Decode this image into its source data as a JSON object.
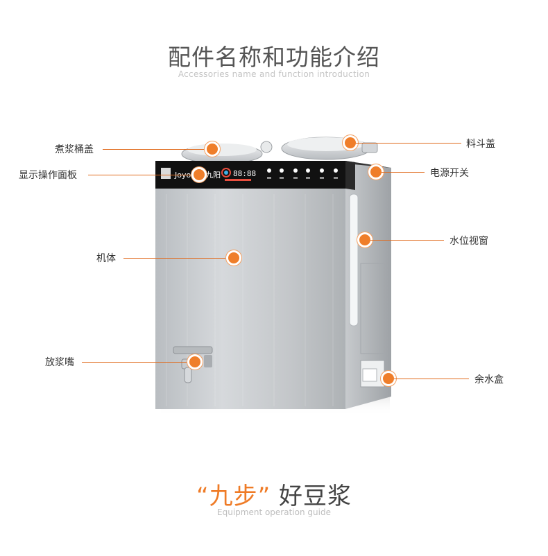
{
  "header": {
    "title": "配件名称和功能介绍",
    "subtitle": "Accessories name and function introduction"
  },
  "product": {
    "brand_logo": "Joyoung九阳",
    "display_digits": "88:88"
  },
  "callouts": {
    "pot_lid": "煮浆桶盖",
    "display_panel": "显示操作面板",
    "body": "机体",
    "spout": "放浆嘴",
    "hopper_lid": "料斗盖",
    "power_switch": "电源开关",
    "water_window": "水位视窗",
    "overflow_box": "余水盒"
  },
  "footer": {
    "quote_open": "“",
    "brand": "九步",
    "quote_close": "”",
    "rest": " 好豆浆",
    "subtitle": "Equipment operation guide"
  },
  "colors": {
    "accent": "#ef7e2a",
    "leader": "#e06a1c"
  }
}
